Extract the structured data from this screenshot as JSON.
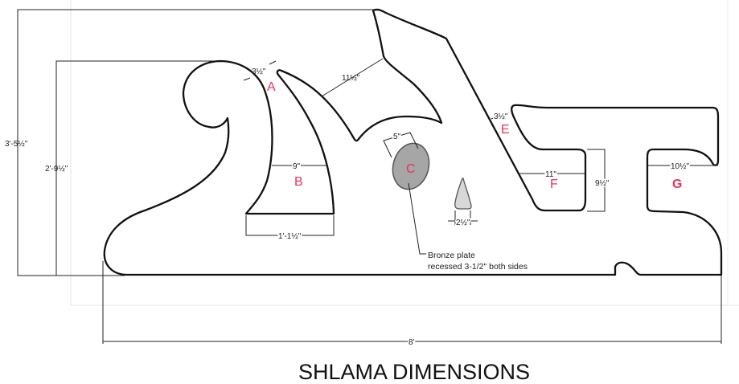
{
  "title": "SHLAMA DIMENSIONS",
  "dimensions": {
    "overall_height": "3'-5½\"",
    "inner_height": "2'-9½\"",
    "a_width": "3½\"",
    "top_gap": "11½\"",
    "b_width": "9\"",
    "b_base": "1'-1½\"",
    "c_width": "5\"",
    "spike_width": "2½\"",
    "e_width": "3½\"",
    "f_width": "11\"",
    "f_height": "9½\"",
    "g_width": "10½\"",
    "overall_length": "8'"
  },
  "labels": {
    "a": "A",
    "b": "B",
    "c": "C",
    "e": "E",
    "f": "F",
    "g": "G"
  },
  "note": {
    "line1": "Bronze plate",
    "line2": "recessed 3-1/2\" both sides"
  },
  "colors": {
    "label": "#e8325a",
    "plate": "#a6a6a6",
    "outline": "#111111"
  }
}
